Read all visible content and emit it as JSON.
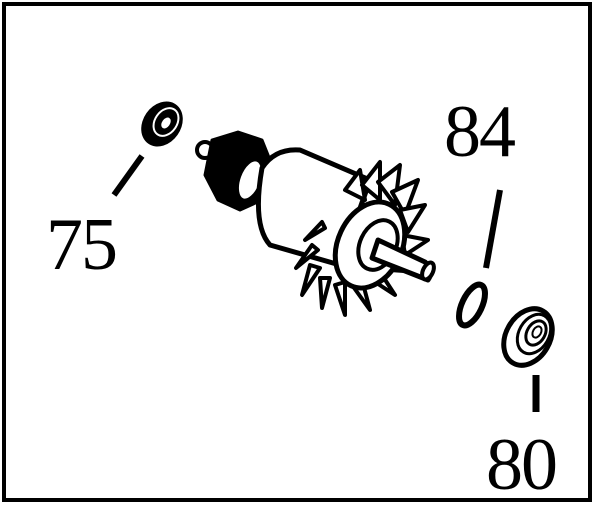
{
  "diagram": {
    "type": "exploded-parts-diagram",
    "subject": "armature assembly",
    "colors": {
      "line": "#000000",
      "background": "#ffffff"
    },
    "parts": [
      {
        "id": "75",
        "label": "75",
        "description": "small bearing (commutator end)"
      },
      {
        "id": "armature",
        "label": "",
        "description": "armature rotor with commutator and fan"
      },
      {
        "id": "84",
        "label": "84",
        "description": "washer / ring"
      },
      {
        "id": "80",
        "label": "80",
        "description": "ball bearing (shaft end)"
      }
    ]
  }
}
